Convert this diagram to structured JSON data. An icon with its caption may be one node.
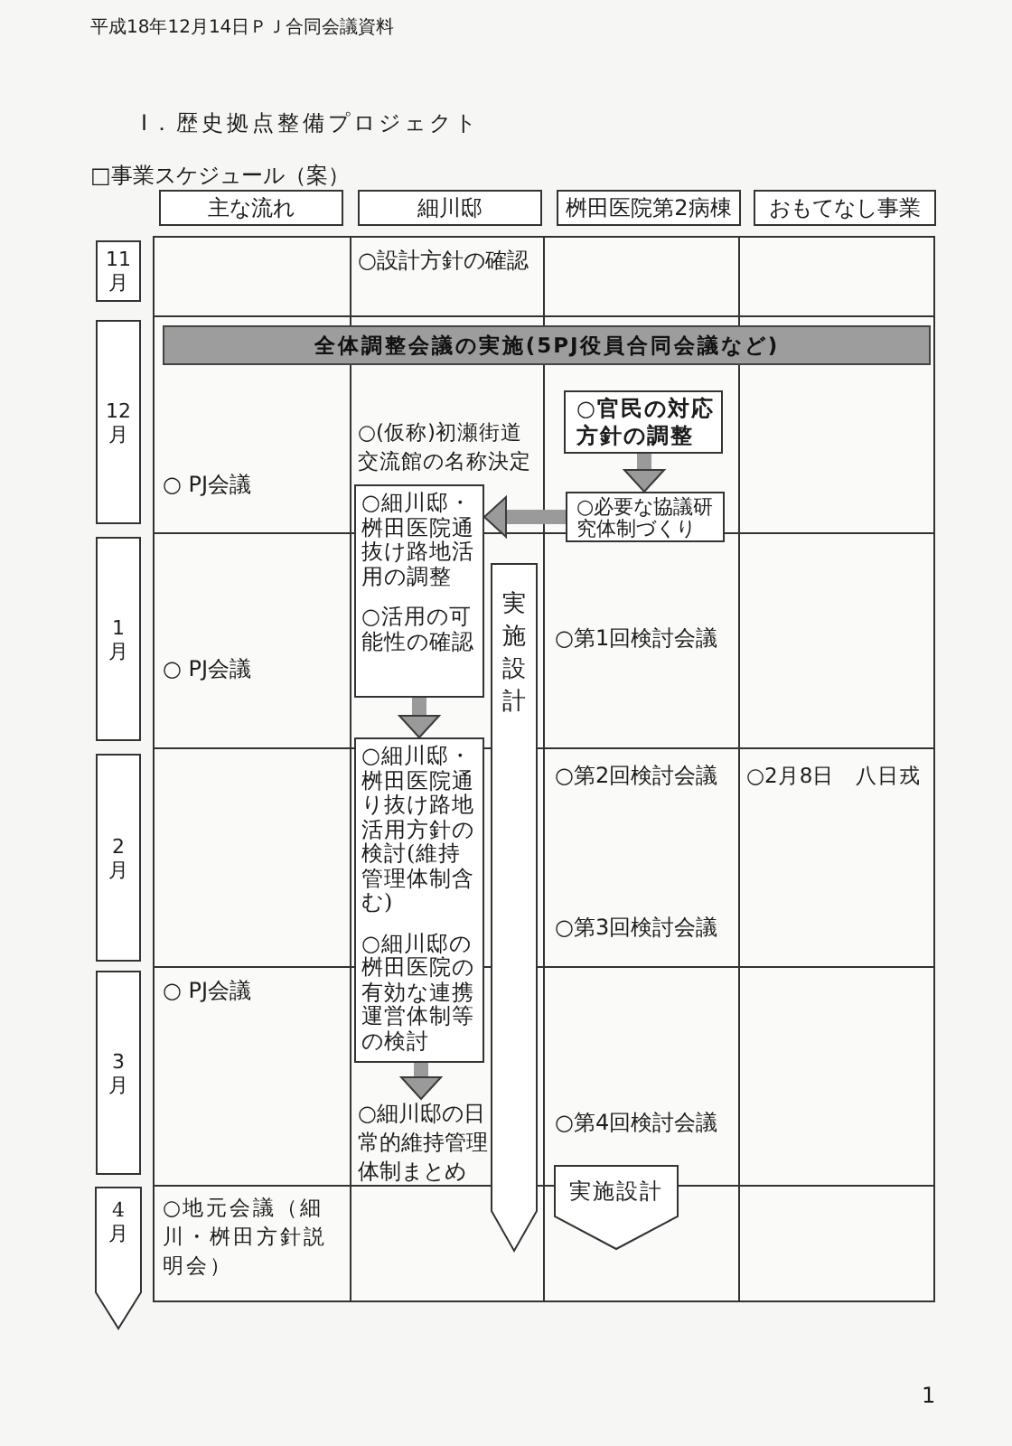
{
  "diagram": {
    "title": "Ⅰ．歴史拠点整備プロジェクト",
    "nodes": [
      {
        "text": [
          "主な流れ"
        ]
      },
      {
        "text": [
          "細川邸"
        ]
      },
      {
        "text": [
          "桝田医院第2病棟"
        ]
      },
      {
        "text": [
          "おもてなし事業"
        ]
      },
      {
        "text": [
          "11月"
        ]
      },
      {
        "text": [
          "12月"
        ]
      },
      {
        "text": [
          "全体調整会議の実施(5PJ役員合同会議など)"
        ]
      },
      {
        "text": [
          "○官民の対応方針の調整"
        ]
      },
      {
        "text": [
          "○必要な協議研究体制づくり"
        ]
      },
      {
        "text": [
          "○細川邸・桝田医院通抜け路地活用の調整",
          "○活用の可能性の確認"
        ]
      },
      {
        "text": [
          "1月"
        ]
      },
      {
        "text": [
          "実施設計"
        ]
      },
      {
        "text": [
          "○細川邸・桝田医院通り抜け路地活用方針の検討(維持管理体制含む)",
          "○細川邸の桝田医院の有効な連携運営体制等の検討"
        ]
      },
      {
        "text": [
          "2月"
        ]
      },
      {
        "text": [
          "3月"
        ]
      },
      {
        "text": [
          "○細川邸の日常的維持管理体制まとめ"
        ]
      },
      {
        "text": [
          "4月"
        ]
      },
      {
        "text": [
          "実施設計"
        ]
      }
    ],
    "edges": [
      {
        "from": 7,
        "to": 8,
        "arrow": "to"
      },
      {
        "from": 8,
        "to": 9,
        "arrow": "to"
      },
      {
        "from": 9,
        "to": 12,
        "arrow": "to"
      },
      {
        "from": 12,
        "to": 15,
        "arrow": "to"
      }
    ],
    "labels": [
      "平成18年12月14日ＰＪ合同会議資料",
      "□事業スケジュール（案）",
      "○設計方針の確認",
      "○ PJ会議",
      "○(仮称)初瀬街道交流館の名称決定",
      "○ PJ会議",
      "○第1回検討会議",
      "○第2回検討会議",
      "○2月8日　八日戎",
      "○第3回検討会議",
      "○ PJ会議",
      "○第4回検討会議",
      "○地元会議（細川・桝田方針説明会）",
      "1"
    ]
  }
}
